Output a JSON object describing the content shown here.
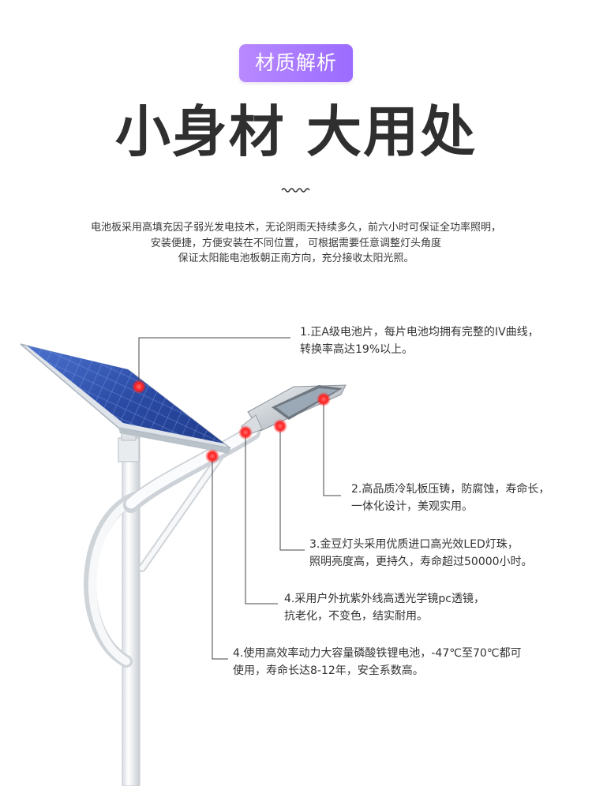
{
  "header": {
    "badge": "材质解析",
    "title": "小身材 大用处"
  },
  "intro": {
    "lines": [
      "电池板采用高填充因子弱光发电技术，无论阴雨天持续多久，前六小时可保证全功率照明，",
      "安装便捷，方便安装在不同位置，  可根据需要任意调整灯头角度",
      "保证太阳能电池板朝正南方向，充分接收太阳光照。"
    ]
  },
  "callouts": [
    {
      "line1": "1.正A级电池片，每片电池均拥有完整的IV曲线，",
      "line2": "转换率高达19%以上。"
    },
    {
      "line1": "2.高品质冷轧板压铸，防腐蚀，寿命长，",
      "line2": "一体化设计，美观实用。"
    },
    {
      "line1": "3.金豆灯头采用优质进口高光效LED灯珠，",
      "line2": "照明亮度高，更持久，寿命超过50000小时。"
    },
    {
      "line1": "4.采用户外抗紫外线高透光学镜pc透镜，",
      "line2": "抗老化，不变色，结实耐用。"
    },
    {
      "line1": "4.使用高效率动力大容量磷酸铁锂电池，-47℃至70℃都可",
      "line2": "使用，寿命长达8-12年，安全系数高。"
    }
  ],
  "colors": {
    "badge_bg": "#a97bff",
    "marker": "#ff2a2a",
    "panel": "#2d4fae",
    "pole": "#f3f5f7"
  }
}
